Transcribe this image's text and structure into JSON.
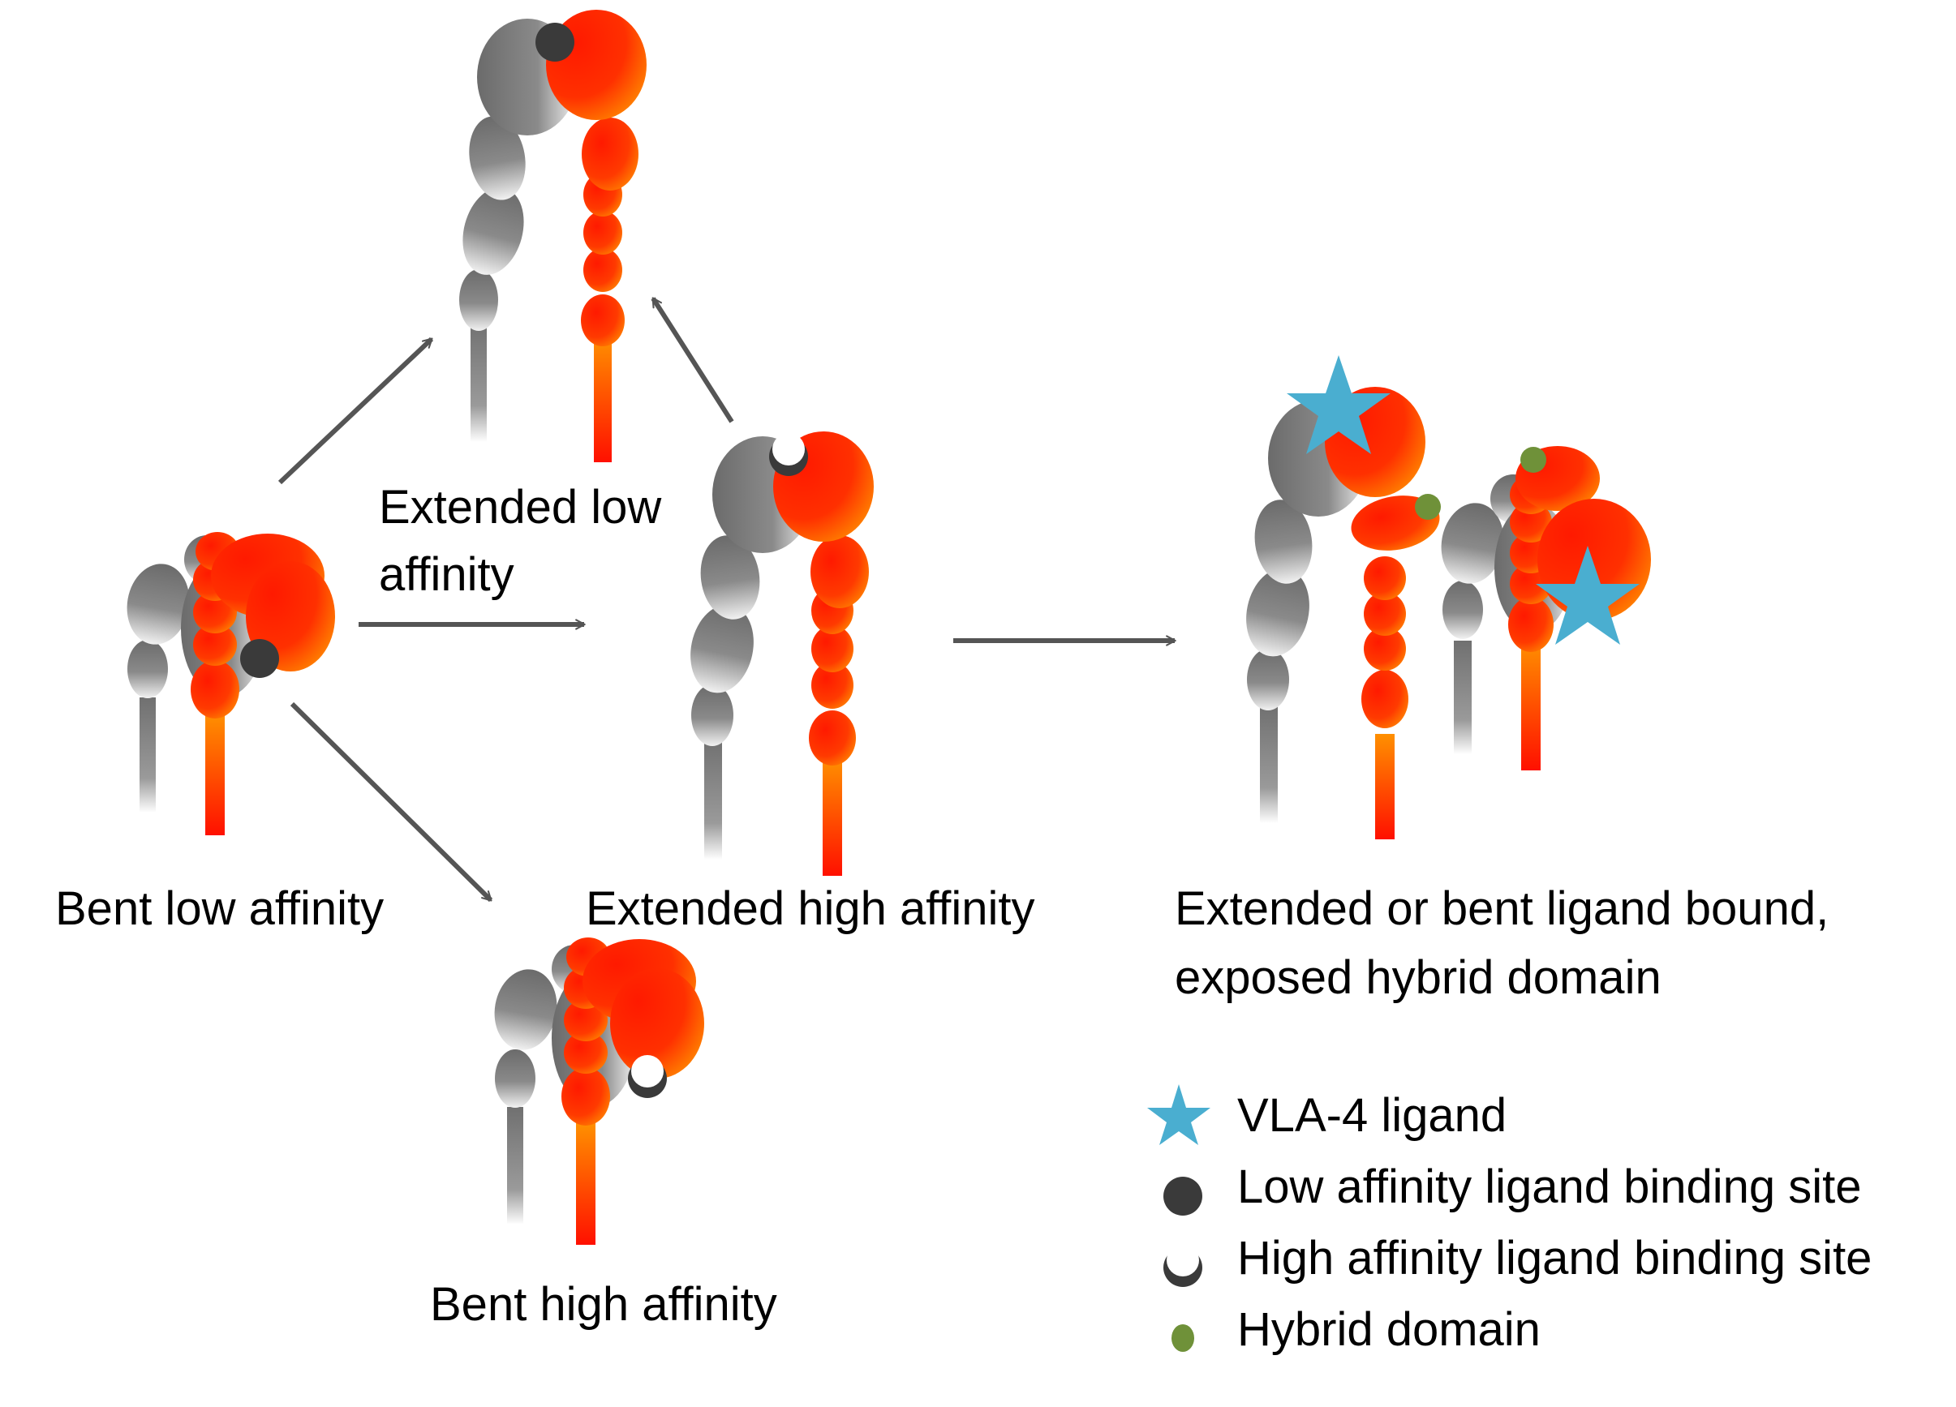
{
  "labels": {
    "bent_low": "Bent low affinity",
    "extended_low_line1": "Extended low",
    "extended_low_line2": "affinity",
    "extended_high": "Extended high affinity",
    "bent_high": "Bent high affinity",
    "bound_line1": "Extended or bent  ligand bound,",
    "bound_line2": "exposed hybrid domain"
  },
  "legend": [
    {
      "icon": "star-icon",
      "text": "VLA-4 ligand"
    },
    {
      "icon": "low-affinity-site-icon",
      "text": "Low affinity ligand binding site"
    },
    {
      "icon": "high-affinity-site-icon",
      "text": "High affinity ligand binding site"
    },
    {
      "icon": "hybrid-domain-icon",
      "text": "Hybrid domain"
    }
  ],
  "colors": {
    "alpha_gray_dark": "#6b6b6b",
    "alpha_gray_light": "#f2f2f2",
    "beta_red": "#ff2400",
    "beta_orange": "#ff8c00",
    "ligand_star": "#4aaed0",
    "low_site": "#3a3a3a",
    "hybrid": "#6f9139",
    "arrow": "#555555"
  }
}
